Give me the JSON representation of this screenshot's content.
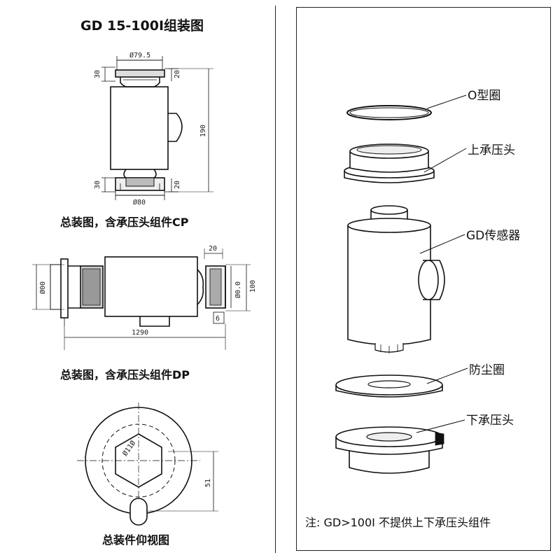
{
  "left": {
    "title": "GD 15-100I组装图",
    "drawing_cp": {
      "dim_top_width": "Ø79.5",
      "dim_top_left": "30",
      "dim_top_right": "20",
      "dim_height": "190",
      "dim_bottom_left": "30",
      "dim_bottom_right": "20",
      "dim_bottom_width": "Ø80"
    },
    "caption_cp": "总装图，含承压头组件CP",
    "drawing_dp": {
      "dim_left_dia": "Ø00",
      "dim_top_right": "20",
      "dim_inner_dia": "Ø0.0",
      "dim_right_dia": "100",
      "dim_small": "6",
      "dim_length": "1290"
    },
    "caption_dp": "总装图，含承压头组件DP",
    "drawing_bottom": {
      "dim_hex": "Ø11Ø",
      "dim_offset": "51"
    },
    "caption_bottom": "总装件仰视图"
  },
  "right": {
    "labels": {
      "o_ring": "O型圈",
      "upper_head": "上承压头",
      "sensor": "GD传感器",
      "dust_ring": "防尘圈",
      "lower_head": "下承压头"
    },
    "note": "注: GD>100I 不提供上下承压头组件"
  }
}
